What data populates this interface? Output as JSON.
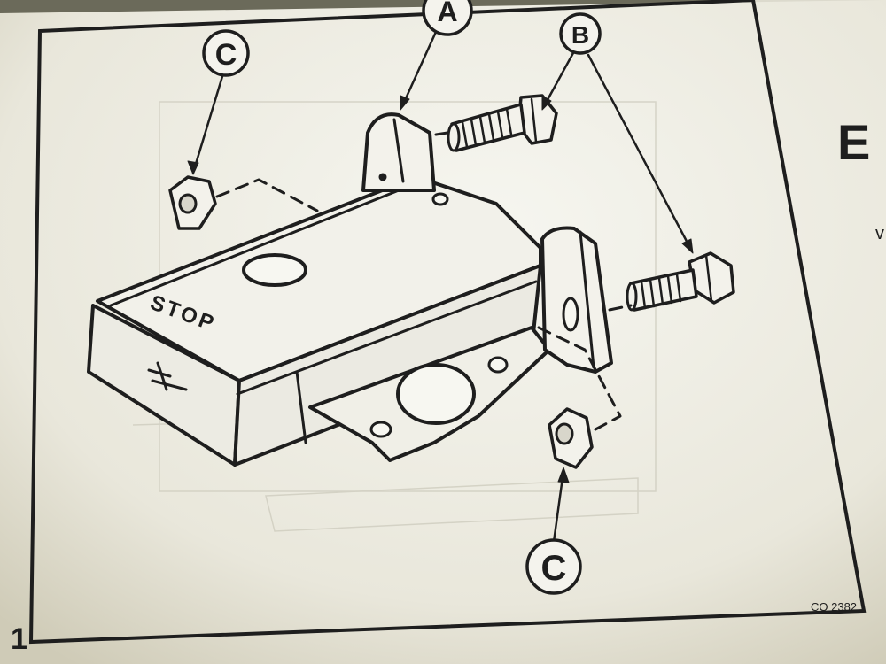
{
  "callouts": {
    "a": "A",
    "b": "B",
    "c_top": "C",
    "c_bottom": "C"
  },
  "part_marks": {
    "stop_stamp": "STOP",
    "bracket_letter": "C"
  },
  "figure": {
    "number": "1",
    "code": "CO 2382"
  },
  "next_page": {
    "heading_fragment": "E",
    "text_fragment": "v"
  },
  "colors": {
    "paper": "#efeee6",
    "ink": "#1e1e1e",
    "background_sheet": "#e4e2d6"
  }
}
